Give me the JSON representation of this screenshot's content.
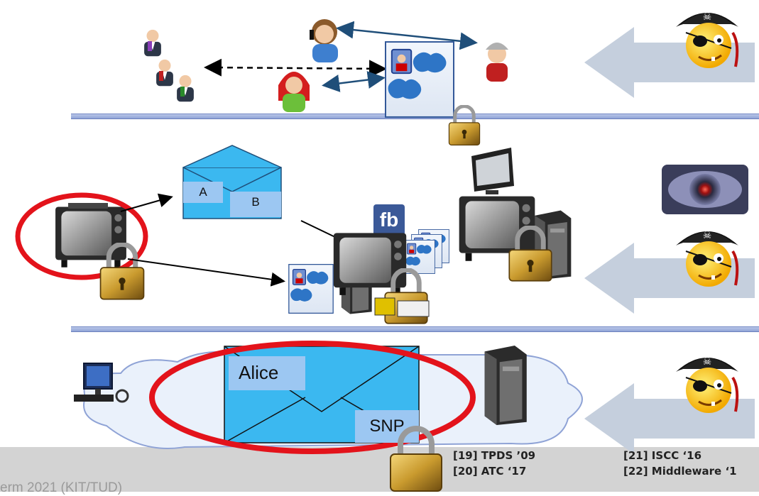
{
  "envelope_small": {
    "label_a": "A",
    "label_b": "B"
  },
  "envelope_large": {
    "sender": "Alice",
    "provider": "SNP"
  },
  "social_badge": "fb",
  "references": {
    "left": [
      "[19] TPDS ’09",
      "[20] ATC ‘17"
    ],
    "right": [
      "[21] ISCC ‘16",
      "[22] Middleware ‘1"
    ]
  },
  "footer": "erm 2021 (KIT/TUD)",
  "colors": {
    "layer_line": "#8fa3d6",
    "attack_arrow": "#c5cfdd",
    "envelope_fill": "#3bb8f0",
    "highlight_ring": "#e3131b",
    "lock_gold": "#c99a2e",
    "pirate_face": "#ffc928"
  },
  "icons": [
    "users-group-icon",
    "support-agent-icon",
    "user-icon",
    "female-user-icon",
    "profile-card-icon",
    "lock-icon",
    "tv-icon",
    "monitor-icon",
    "server-icon",
    "surveillance-eye-icon",
    "pirate-attacker-icon",
    "workstation-icon",
    "cloud-icon",
    "email-envelope-icon"
  ]
}
